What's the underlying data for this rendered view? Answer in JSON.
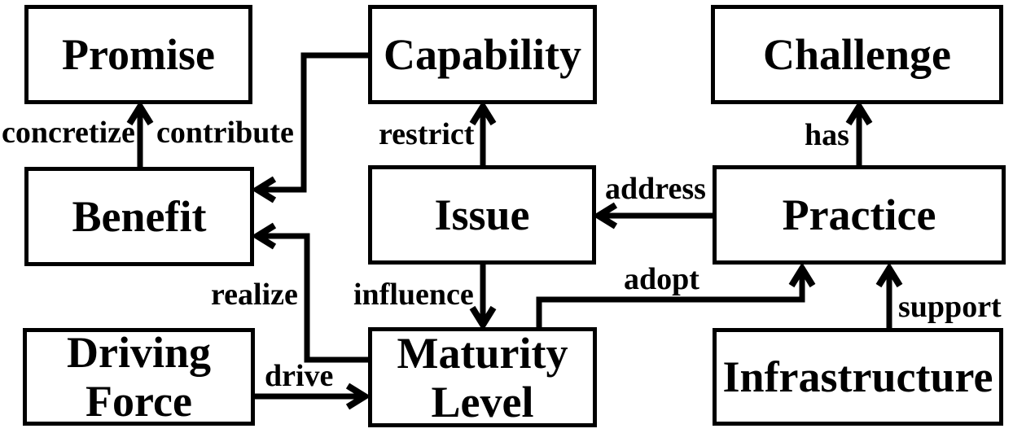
{
  "diagram": {
    "background_color": "#ffffff",
    "line_color": "#000000",
    "nodes": [
      {
        "id": "promise",
        "label": "Promise"
      },
      {
        "id": "capability",
        "label": "Capability"
      },
      {
        "id": "challenge",
        "label": "Challenge"
      },
      {
        "id": "benefit",
        "label": "Benefit"
      },
      {
        "id": "issue",
        "label": "Issue"
      },
      {
        "id": "practice",
        "label": "Practice"
      },
      {
        "id": "driving-force",
        "label": "Driving Force"
      },
      {
        "id": "maturity-level",
        "label": "Maturity Level"
      },
      {
        "id": "infrastructure",
        "label": "Infrastructure"
      }
    ],
    "edges": [
      {
        "from": "benefit",
        "to": "promise",
        "label": "concretize"
      },
      {
        "from": "capability",
        "to": "benefit",
        "label": "contribute"
      },
      {
        "from": "issue",
        "to": "capability",
        "label": "restrict"
      },
      {
        "from": "practice",
        "to": "challenge",
        "label": "has"
      },
      {
        "from": "practice",
        "to": "issue",
        "label": "address"
      },
      {
        "from": "maturity-level",
        "to": "benefit",
        "label": "realize"
      },
      {
        "from": "issue",
        "to": "maturity-level",
        "label": "influence"
      },
      {
        "from": "maturity-level",
        "to": "practice",
        "label": "adopt"
      },
      {
        "from": "infrastructure",
        "to": "practice",
        "label": "support"
      },
      {
        "from": "driving-force",
        "to": "maturity-level",
        "label": "drive"
      }
    ]
  }
}
